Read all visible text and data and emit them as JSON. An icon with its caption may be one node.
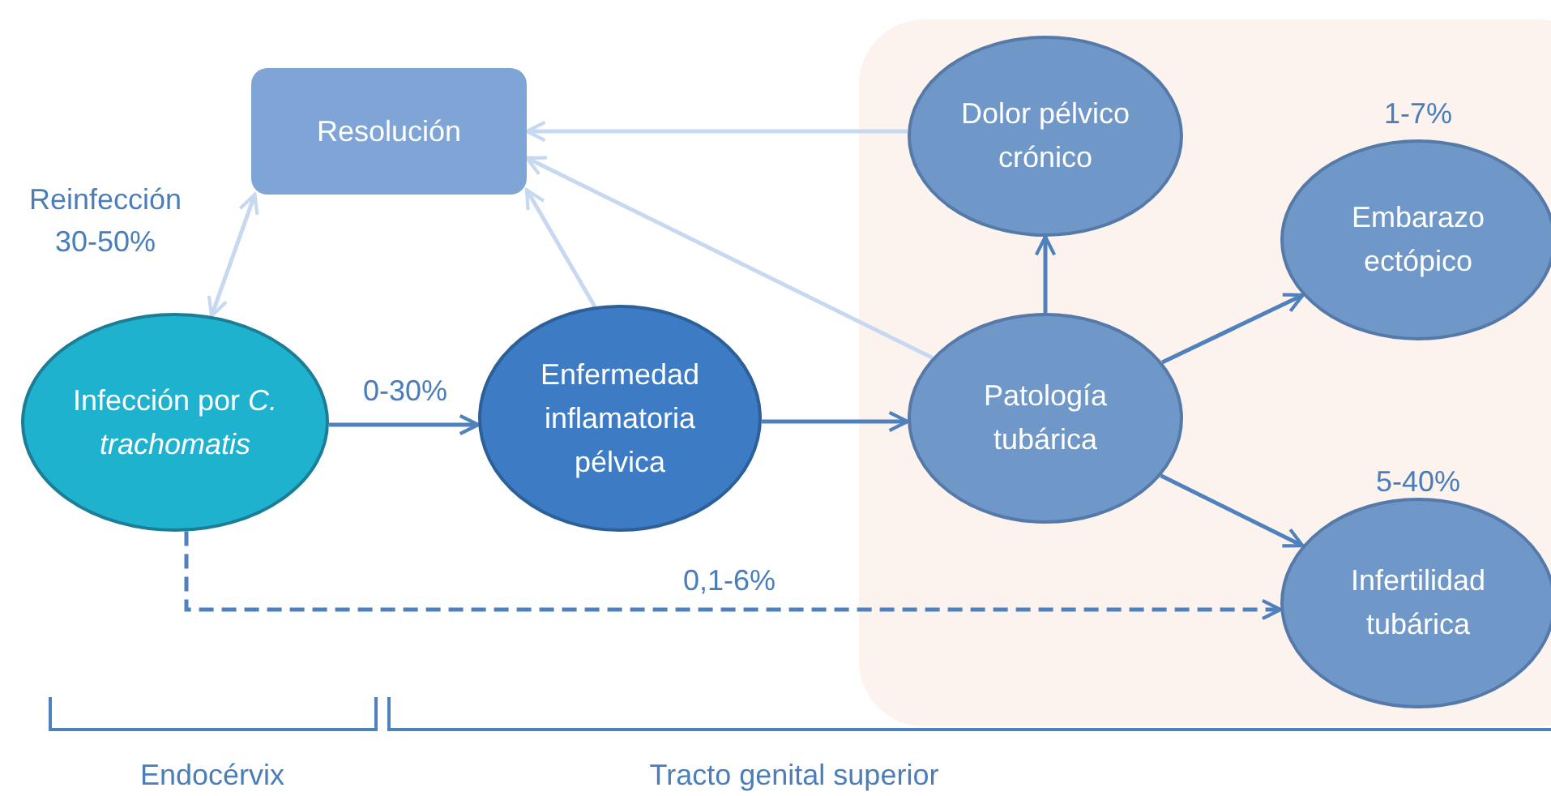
{
  "diagram": {
    "nodes": [
      {
        "text": [
          "Resolución"
        ]
      },
      {
        "text": [
          "Dolor pélvico crónico"
        ]
      },
      {
        "text": [
          "Embarazo ectópico"
        ],
        "beside": [
          "1-7%"
        ]
      },
      {
        "text": [
          "Infección por *C. trachomatis*"
        ]
      },
      {
        "text": [
          "Enfermedad inflamatoria pélvica"
        ]
      },
      {
        "text": [
          "Patología tubárica"
        ]
      },
      {
        "text": [
          "Infertilidad tubárica"
        ],
        "beside": [
          "5-40%"
        ]
      }
    ],
    "edges": [
      {
        "from": 3,
        "to": 0,
        "arrow": "both",
        "label": "Reinfección 30-50%",
        "color": "#c6d9f1"
      },
      {
        "from": 4,
        "to": 0,
        "arrow": "to",
        "color": "#c6d9f1"
      },
      {
        "from": 5,
        "to": 0,
        "arrow": "to",
        "color": "#c6d9f1"
      },
      {
        "from": 1,
        "to": 0,
        "arrow": "to",
        "color": "#c6d9f1"
      },
      {
        "from": 3,
        "to": 4,
        "arrow": "to",
        "label": "0-30%"
      },
      {
        "from": 4,
        "to": 5,
        "arrow": "to"
      },
      {
        "from": 5,
        "to": 1,
        "arrow": "to"
      },
      {
        "from": 5,
        "to": 2,
        "arrow": "to"
      },
      {
        "from": 5,
        "to": 6,
        "arrow": "to"
      },
      {
        "from": 3,
        "to": 6,
        "arrow": "to",
        "label": "0,1-6%",
        "style": "dashed"
      }
    ],
    "labels": [
      "Endocérvix",
      "Tracto genital superior"
    ]
  }
}
